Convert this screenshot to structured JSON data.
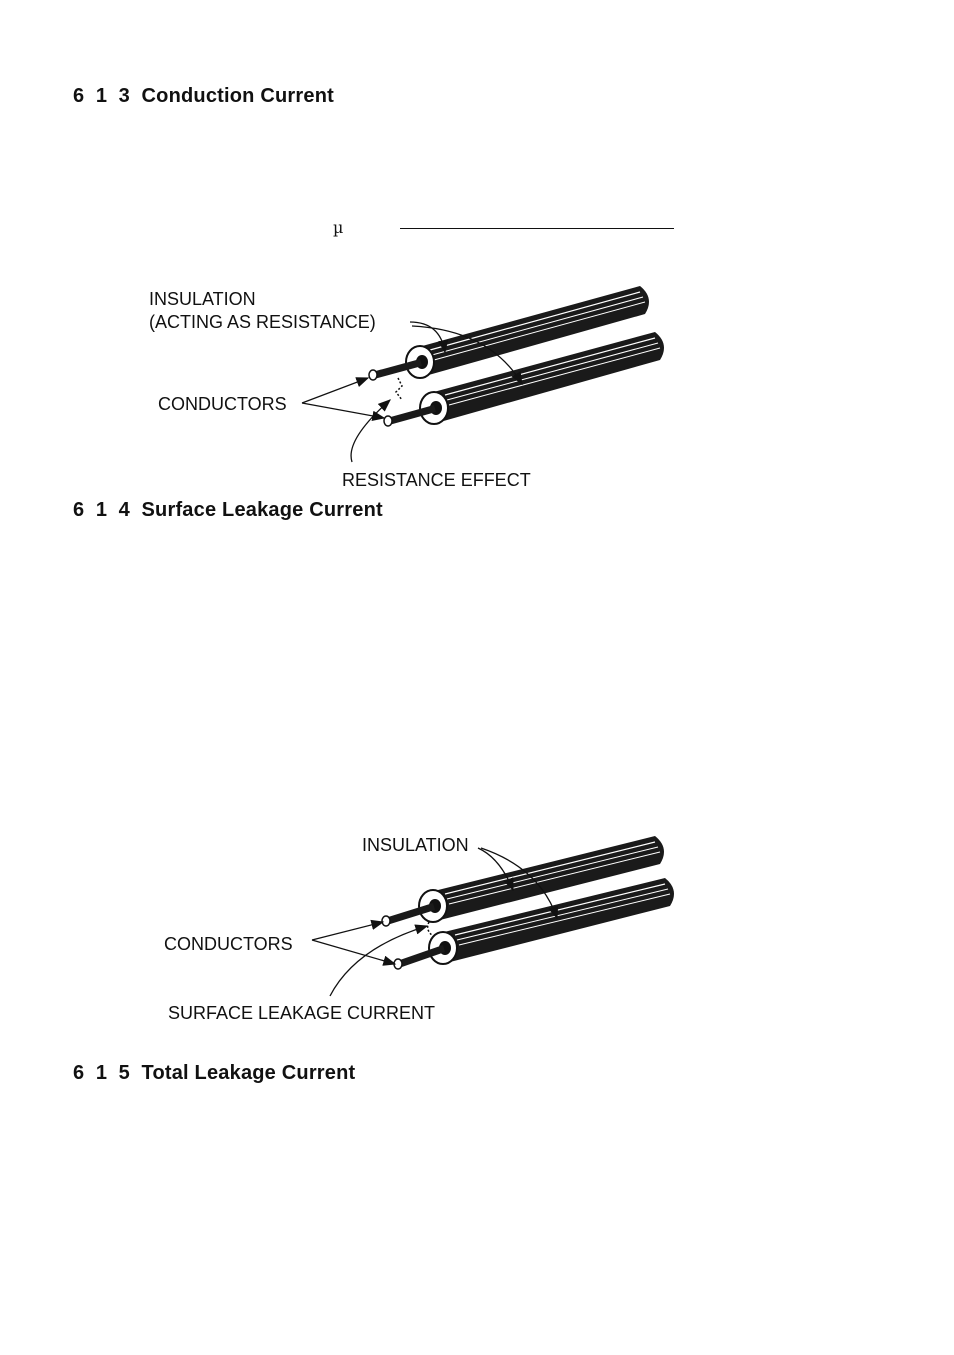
{
  "sections": {
    "s613": "6  1  3  Conduction Current",
    "s614": "6  1  4  Surface Leakage Current",
    "s615": "6  1  5  Total Leakage Current"
  },
  "formula": {
    "mu": "µ"
  },
  "figure1": {
    "insulation_line1": "INSULATION",
    "insulation_line2": "(ACTING AS RESISTANCE)",
    "conductors": "CONDUCTORS",
    "resistance_effect": "RESISTANCE EFFECT"
  },
  "figure2": {
    "insulation": "INSULATION",
    "conductors": "CONDUCTORS",
    "surface_leakage": "SURFACE LEAKAGE CURRENT"
  }
}
